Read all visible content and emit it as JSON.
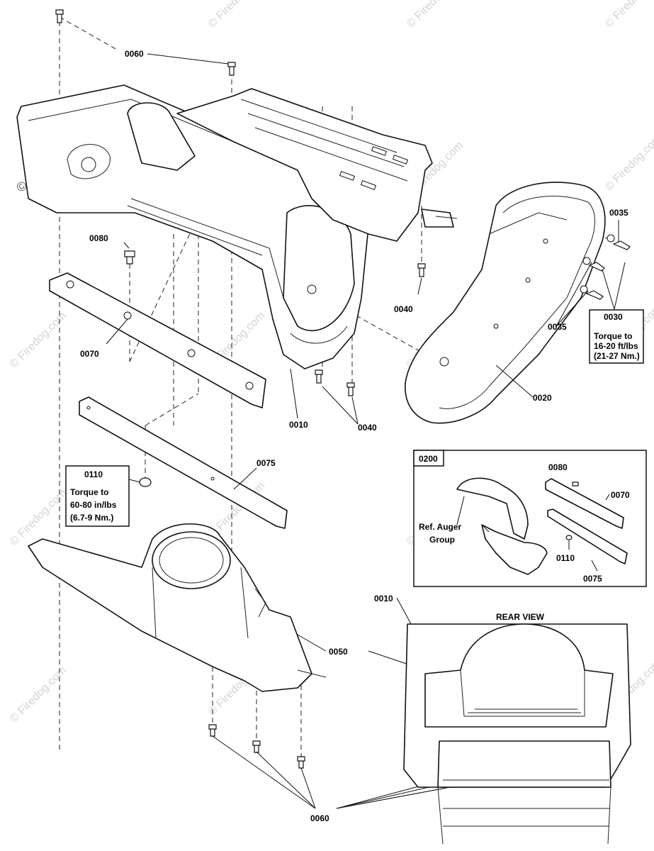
{
  "parts": {
    "p0010_top": "0010",
    "p0010_rear": "0010",
    "p0020": "0020",
    "p0030": "0030",
    "p0035_top": "0035",
    "p0035_bottom": "0035",
    "p0040_right": "0040",
    "p0040_bottom": "0040",
    "p0050": "0050",
    "p0060_top": "0060",
    "p0060_bottom": "0060",
    "p0070": "0070",
    "p0070_inset": "0070",
    "p0075": "0075",
    "p0075_inset": "0075",
    "p0080": "0080",
    "p0080_inset": "0080",
    "p0110": "0110",
    "p0110_inset": "0110",
    "p0200": "0200"
  },
  "notes": {
    "torque_0030": [
      "Torque to",
      "16-20 ft/lbs",
      "(21-27 Nm.)"
    ],
    "torque_0110": [
      "Torque to",
      "60-80 in/lbs",
      "(6.7-9 Nm.)"
    ],
    "ref_auger": [
      "Ref. Auger",
      "Group"
    ],
    "rear_view": "REAR VIEW"
  },
  "watermark": {
    "text": "© Firedog.com"
  }
}
